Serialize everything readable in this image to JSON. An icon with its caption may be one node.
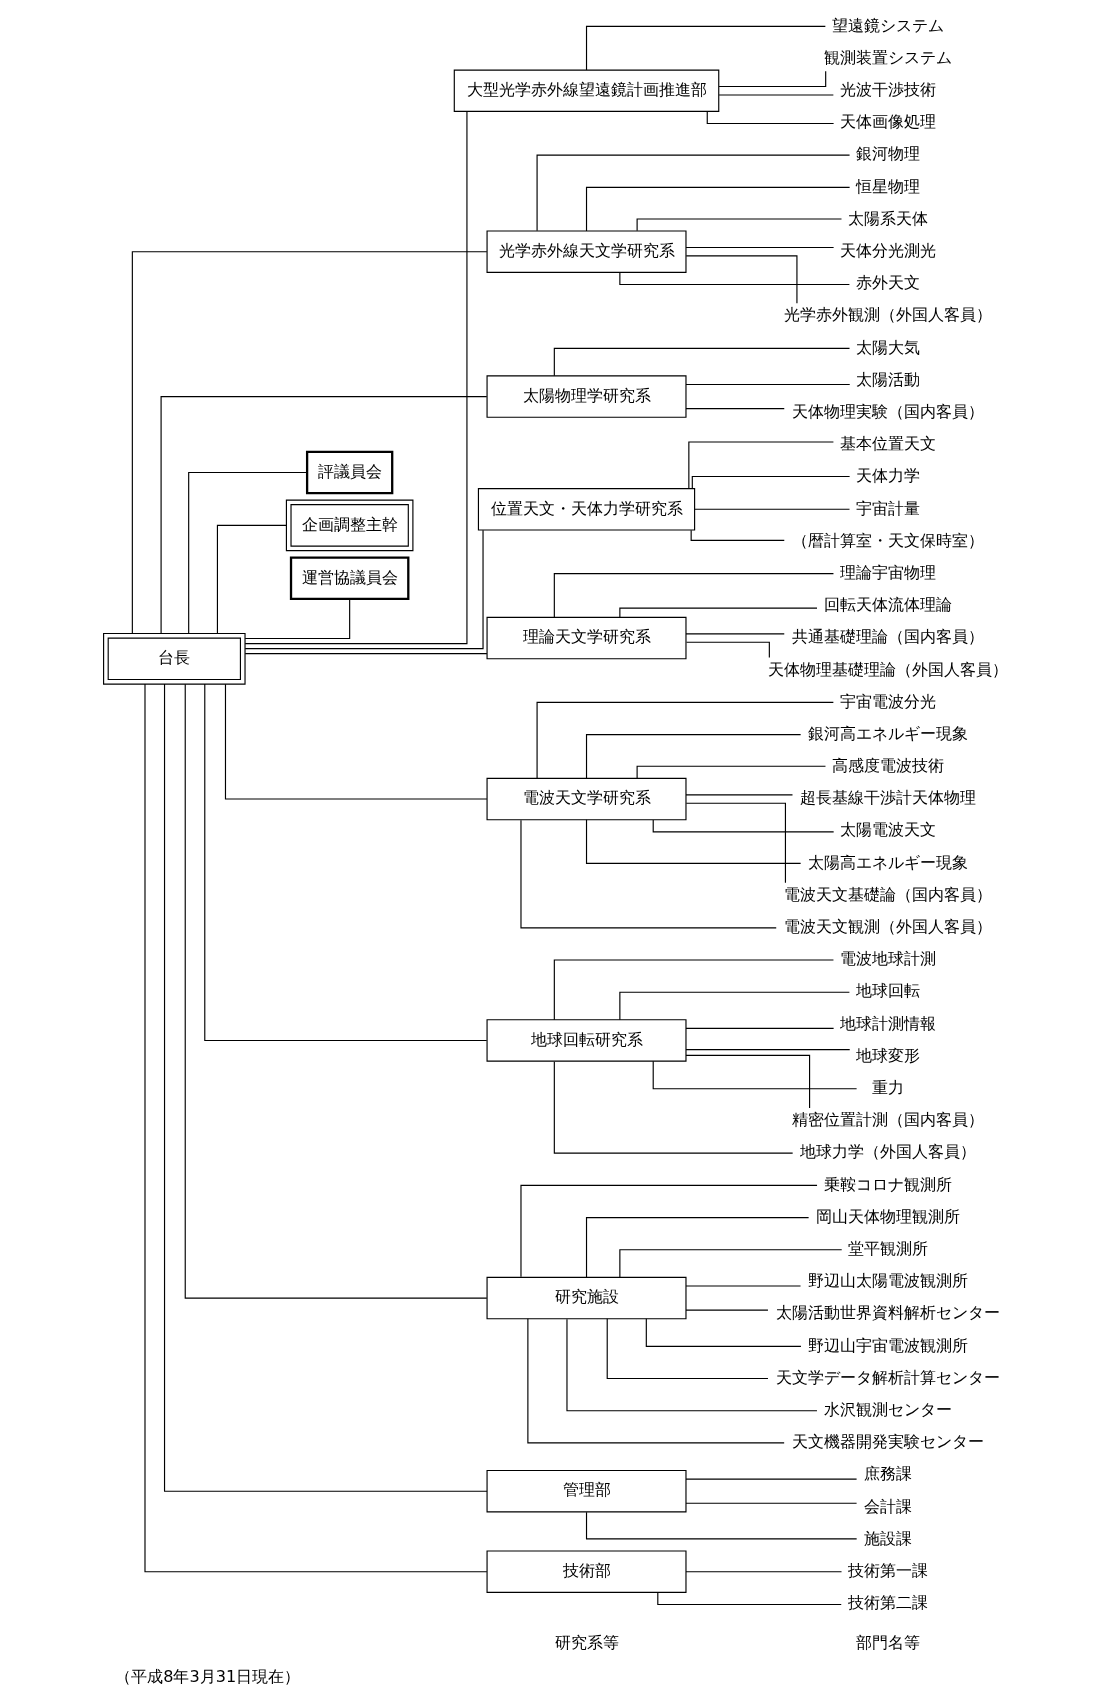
{
  "diagram": {
    "caption": "（平成8年3月31日現在）",
    "nodes": [
      {
        "text": [
          "台長"
        ]
      },
      {
        "text": [
          "評議員会"
        ]
      },
      {
        "text": [
          "企画調整主幹"
        ]
      },
      {
        "text": [
          "運営協議員会"
        ]
      },
      {
        "text": [
          "大型光学赤外線望遠鏡計画推進部"
        ]
      },
      {
        "text": [
          "光学赤外線天文学研究系"
        ]
      },
      {
        "text": [
          "太陽物理学研究系"
        ]
      },
      {
        "text": [
          "位置天文・天体力学研究系"
        ]
      },
      {
        "text": [
          "理論天文学研究系"
        ]
      },
      {
        "text": [
          "電波天文学研究系"
        ]
      },
      {
        "text": [
          "地球回転研究系"
        ]
      },
      {
        "text": [
          "研究施設"
        ]
      },
      {
        "text": [
          "管理部"
        ]
      },
      {
        "text": [
          "技術部"
        ]
      },
      {
        "text": [
          "望遠鏡システム"
        ]
      },
      {
        "text": [
          "観測装置システム"
        ]
      },
      {
        "text": [
          "光波干渉技術"
        ]
      },
      {
        "text": [
          "天体画像処理"
        ]
      },
      {
        "text": [
          "銀河物理"
        ]
      },
      {
        "text": [
          "恒星物理"
        ]
      },
      {
        "text": [
          "太陽系天体"
        ]
      },
      {
        "text": [
          "天体分光測光"
        ]
      },
      {
        "text": [
          "赤外天文"
        ]
      },
      {
        "text": [
          "光学赤外観測（外国人客員）"
        ]
      },
      {
        "text": [
          "太陽大気"
        ]
      },
      {
        "text": [
          "太陽活動"
        ]
      },
      {
        "text": [
          "天体物理実験（国内客員）"
        ]
      },
      {
        "text": [
          "基本位置天文"
        ]
      },
      {
        "text": [
          "天体力学"
        ]
      },
      {
        "text": [
          "宇宙計量"
        ]
      },
      {
        "text": [
          "（暦計算室・天文保時室）"
        ]
      },
      {
        "text": [
          "理論宇宙物理"
        ]
      },
      {
        "text": [
          "回転天体流体理論"
        ]
      },
      {
        "text": [
          "共通基礎理論（国内客員）"
        ]
      },
      {
        "text": [
          "天体物理基礎理論（外国人客員）"
        ]
      },
      {
        "text": [
          "宇宙電波分光"
        ]
      },
      {
        "text": [
          "銀河高エネルギー現象"
        ]
      },
      {
        "text": [
          "高感度電波技術"
        ]
      },
      {
        "text": [
          "超長基線干渉計天体物理"
        ]
      },
      {
        "text": [
          "太陽電波天文"
        ]
      },
      {
        "text": [
          "太陽高エネルギー現象"
        ]
      },
      {
        "text": [
          "電波天文基礎論（国内客員）"
        ]
      },
      {
        "text": [
          "電波天文観測（外国人客員）"
        ]
      },
      {
        "text": [
          "電波地球計測"
        ]
      },
      {
        "text": [
          "地球回転"
        ]
      },
      {
        "text": [
          "地球計測情報"
        ]
      },
      {
        "text": [
          "地球変形"
        ]
      },
      {
        "text": [
          "重力"
        ]
      },
      {
        "text": [
          "精密位置計測（国内客員）"
        ]
      },
      {
        "text": [
          "地球力学（外国人客員）"
        ]
      },
      {
        "text": [
          "乗鞍コロナ観測所"
        ]
      },
      {
        "text": [
          "岡山天体物理観測所"
        ]
      },
      {
        "text": [
          "堂平観測所"
        ]
      },
      {
        "text": [
          "野辺山太陽電波観測所"
        ]
      },
      {
        "text": [
          "太陽活動世界資料解析センター"
        ]
      },
      {
        "text": [
          "野辺山宇宙電波観測所"
        ]
      },
      {
        "text": [
          "天文学データ解析計算センター"
        ]
      },
      {
        "text": [
          "水沢観測センター"
        ]
      },
      {
        "text": [
          "天文機器開発実験センター"
        ]
      },
      {
        "text": [
          "庶務課"
        ]
      },
      {
        "text": [
          "会計課"
        ]
      },
      {
        "text": [
          "施設課"
        ]
      },
      {
        "text": [
          "技術第一課"
        ]
      },
      {
        "text": [
          "技術第二課"
        ]
      }
    ],
    "edges": [
      {
        "from": 0,
        "to": 1,
        "arrow": "none"
      },
      {
        "from": 0,
        "to": 2,
        "arrow": "none"
      },
      {
        "from": 0,
        "to": 3,
        "arrow": "none"
      },
      {
        "from": 0,
        "to": 4,
        "arrow": "none"
      },
      {
        "from": 0,
        "to": 5,
        "arrow": "none"
      },
      {
        "from": 0,
        "to": 6,
        "arrow": "none"
      },
      {
        "from": 0,
        "to": 7,
        "arrow": "none"
      },
      {
        "from": 0,
        "to": 8,
        "arrow": "none"
      },
      {
        "from": 0,
        "to": 9,
        "arrow": "none"
      },
      {
        "from": 0,
        "to": 10,
        "arrow": "none"
      },
      {
        "from": 0,
        "to": 11,
        "arrow": "none"
      },
      {
        "from": 0,
        "to": 12,
        "arrow": "none"
      },
      {
        "from": 0,
        "to": 13,
        "arrow": "none"
      },
      {
        "from": 4,
        "to": 14,
        "arrow": "none"
      },
      {
        "from": 4,
        "to": 15,
        "arrow": "none"
      },
      {
        "from": 4,
        "to": 16,
        "arrow": "none"
      },
      {
        "from": 4,
        "to": 17,
        "arrow": "none"
      },
      {
        "from": 5,
        "to": 18,
        "arrow": "none"
      },
      {
        "from": 5,
        "to": 19,
        "arrow": "none"
      },
      {
        "from": 5,
        "to": 20,
        "arrow": "none"
      },
      {
        "from": 5,
        "to": 21,
        "arrow": "none"
      },
      {
        "from": 5,
        "to": 22,
        "arrow": "none"
      },
      {
        "from": 5,
        "to": 23,
        "arrow": "none"
      },
      {
        "from": 6,
        "to": 24,
        "arrow": "none"
      },
      {
        "from": 6,
        "to": 25,
        "arrow": "none"
      },
      {
        "from": 6,
        "to": 26,
        "arrow": "none"
      },
      {
        "from": 7,
        "to": 27,
        "arrow": "none"
      },
      {
        "from": 7,
        "to": 28,
        "arrow": "none"
      },
      {
        "from": 7,
        "to": 29,
        "arrow": "none"
      },
      {
        "from": 7,
        "to": 30,
        "arrow": "none"
      },
      {
        "from": 8,
        "to": 31,
        "arrow": "none"
      },
      {
        "from": 8,
        "to": 32,
        "arrow": "none"
      },
      {
        "from": 8,
        "to": 33,
        "arrow": "none"
      },
      {
        "from": 8,
        "to": 34,
        "arrow": "none"
      },
      {
        "from": 9,
        "to": 35,
        "arrow": "none"
      },
      {
        "from": 9,
        "to": 36,
        "arrow": "none"
      },
      {
        "from": 9,
        "to": 37,
        "arrow": "none"
      },
      {
        "from": 9,
        "to": 38,
        "arrow": "none"
      },
      {
        "from": 9,
        "to": 39,
        "arrow": "none"
      },
      {
        "from": 9,
        "to": 40,
        "arrow": "none"
      },
      {
        "from": 9,
        "to": 41,
        "arrow": "none"
      },
      {
        "from": 9,
        "to": 42,
        "arrow": "none"
      },
      {
        "from": 10,
        "to": 43,
        "arrow": "none"
      },
      {
        "from": 10,
        "to": 44,
        "arrow": "none"
      },
      {
        "from": 10,
        "to": 45,
        "arrow": "none"
      },
      {
        "from": 10,
        "to": 46,
        "arrow": "none"
      },
      {
        "from": 10,
        "to": 47,
        "arrow": "none"
      },
      {
        "from": 10,
        "to": 48,
        "arrow": "none"
      },
      {
        "from": 10,
        "to": 49,
        "arrow": "none"
      },
      {
        "from": 11,
        "to": 50,
        "arrow": "none"
      },
      {
        "from": 11,
        "to": 51,
        "arrow": "none"
      },
      {
        "from": 11,
        "to": 52,
        "arrow": "none"
      },
      {
        "from": 11,
        "to": 53,
        "arrow": "none"
      },
      {
        "from": 11,
        "to": 54,
        "arrow": "none"
      },
      {
        "from": 11,
        "to": 55,
        "arrow": "none"
      },
      {
        "from": 11,
        "to": 56,
        "arrow": "none"
      },
      {
        "from": 11,
        "to": 57,
        "arrow": "none"
      },
      {
        "from": 11,
        "to": 58,
        "arrow": "none"
      },
      {
        "from": 12,
        "to": 59,
        "arrow": "none"
      },
      {
        "from": 12,
        "to": 60,
        "arrow": "none"
      },
      {
        "from": 12,
        "to": 61,
        "arrow": "none"
      },
      {
        "from": 13,
        "to": 62,
        "arrow": "none"
      },
      {
        "from": 13,
        "to": 63,
        "arrow": "none"
      }
    ],
    "labels": [
      "研究系等",
      "部門名等"
    ]
  }
}
